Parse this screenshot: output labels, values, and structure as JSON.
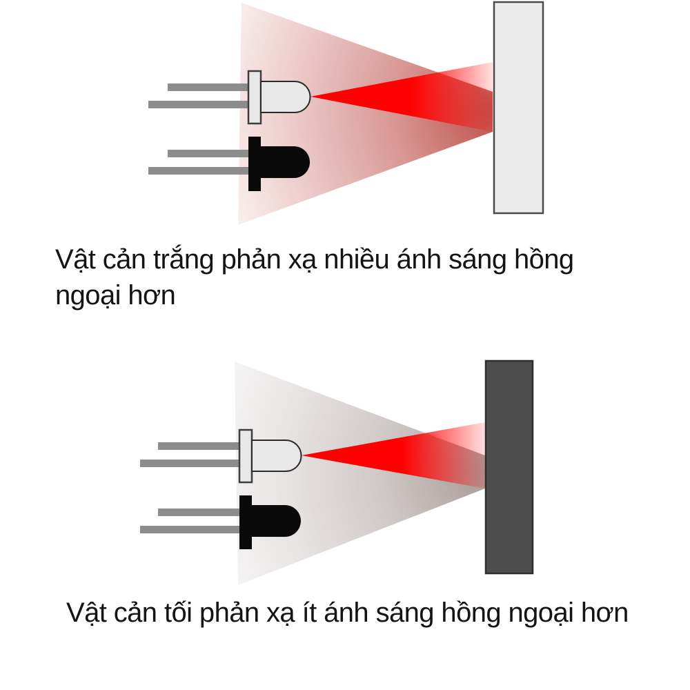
{
  "figure": {
    "panels": [
      {
        "id": "white-obstacle-panel",
        "caption_full": "Vật cản trắng phản xạ nhiều ánh sáng hồng ngoại hơn",
        "caption_lines": [
          "Vật cản trắng phản xạ nhiều ánh sáng hồng",
          "ngoại hơn"
        ],
        "obstacle": {
          "type": "white",
          "fill": "#ebebeb",
          "stroke": "#4a4a4a"
        },
        "reflected_light_color": "#b8423c",
        "reflection_amount": "nhiều"
      },
      {
        "id": "dark-obstacle-panel",
        "caption_full": "Vật cản tối phản xạ ít ánh sáng hồng ngoại hơn",
        "caption_lines": [
          "Vật cản tối phản xạ ít ánh sáng hồng ngoại hơn"
        ],
        "obstacle": {
          "type": "dark",
          "fill": "#4d4d4d",
          "stroke": "#2e2e2e"
        },
        "reflected_light_color": "#6e5852",
        "reflection_amount": "ít"
      }
    ],
    "colors": {
      "beam_red": "#ff0000",
      "led_clear_body": "#e8e8e8",
      "led_outline": "#2b2b2b",
      "led_black_body": "#0a0a0a",
      "lead_gray": "#8c8c8c",
      "text": "#141414",
      "background": "#ffffff"
    }
  }
}
